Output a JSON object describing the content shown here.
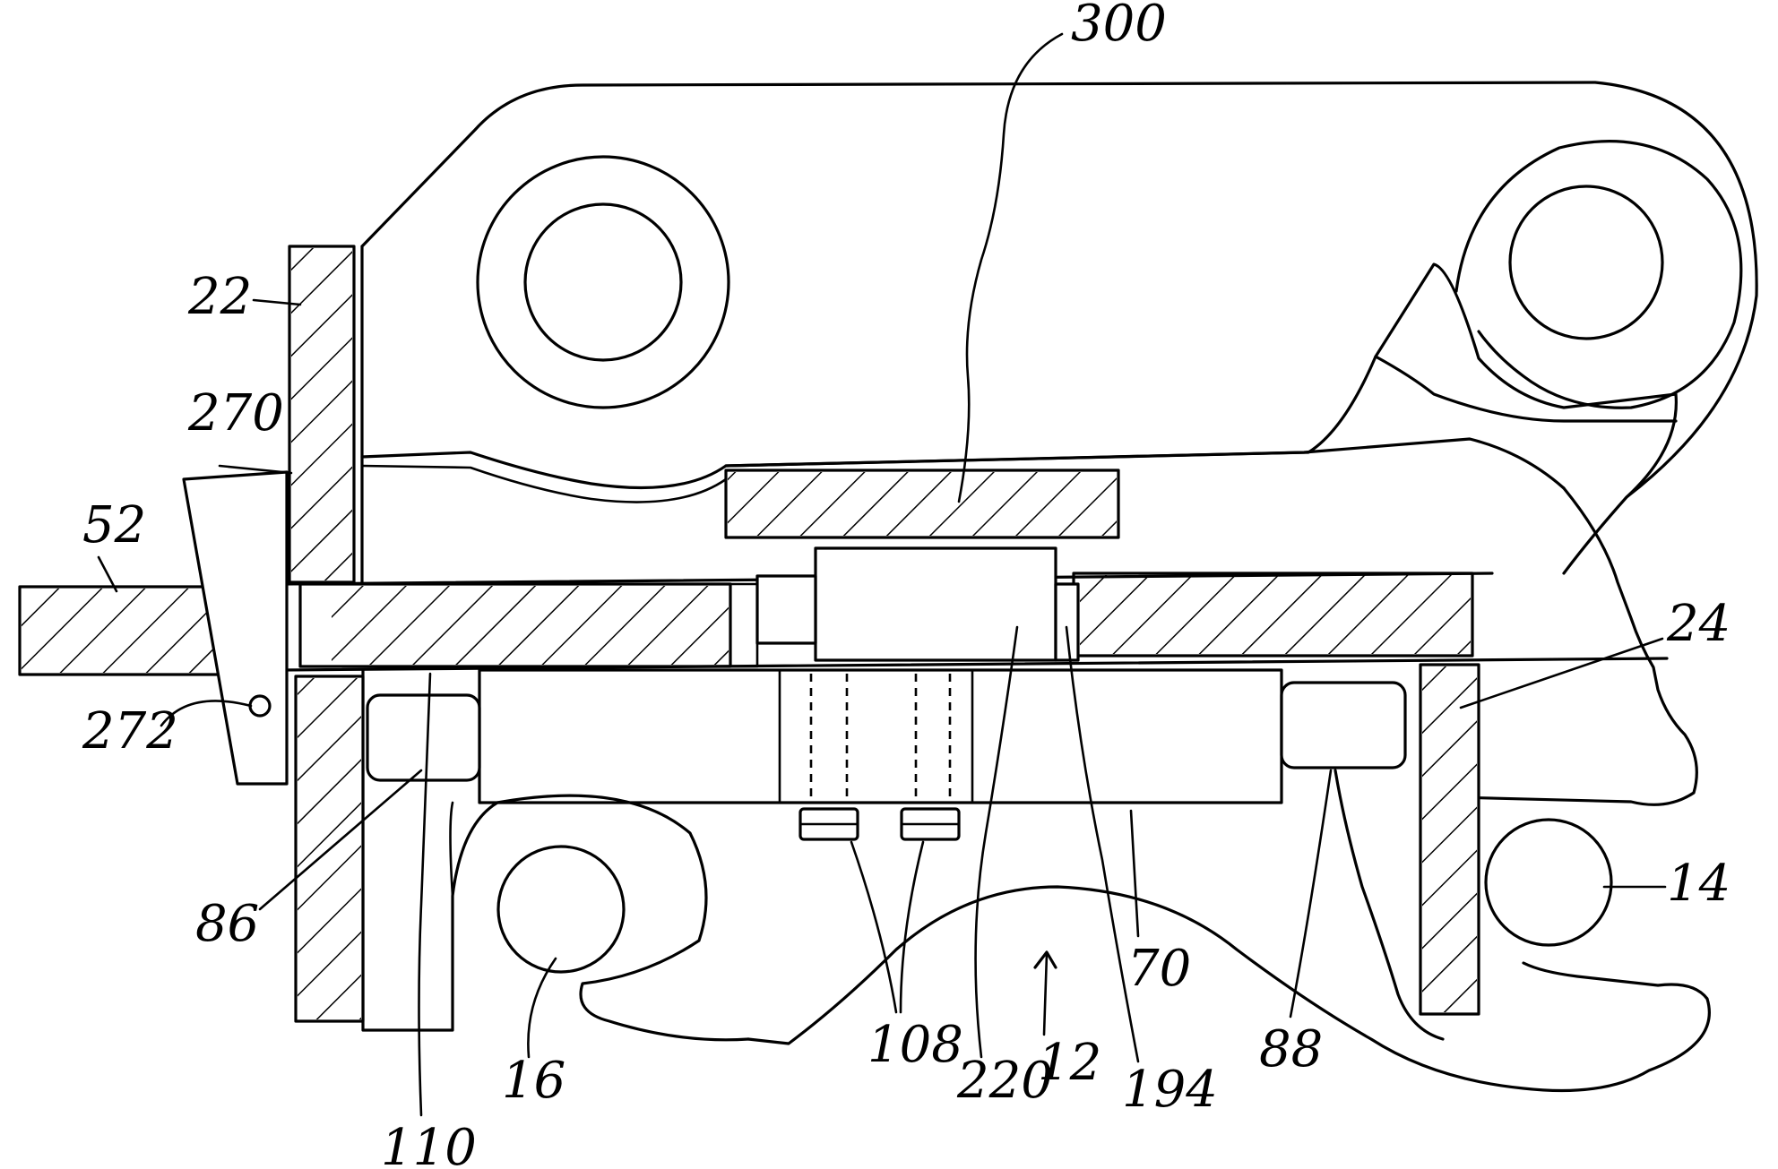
{
  "labels": {
    "l300": "300",
    "l22": "22",
    "l270": "270",
    "l52": "52",
    "l272": "272",
    "l86": "86",
    "l110": "110",
    "l16": "16",
    "l108": "108",
    "l220": "220",
    "l12": "12",
    "l194": "194",
    "l70": "70",
    "l88": "88",
    "l24": "24",
    "l14": "14"
  }
}
